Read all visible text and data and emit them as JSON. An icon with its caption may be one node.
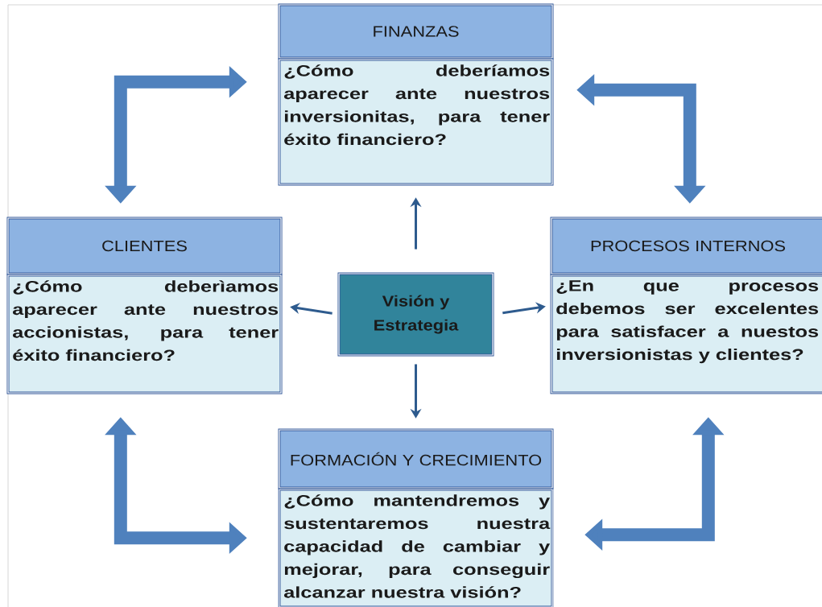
{
  "diagram": {
    "nodes": [
      {
        "text": [
          "FINANZAS",
          "¿Cómo deberíamos aparecer ante nuestros inversionitas, para tener éxito financiero?"
        ]
      },
      {
        "text": [
          "CLIENTES",
          "¿Cómo deberìamos aparecer ante nuestros accionistas, para tener éxito financiero?"
        ]
      },
      {
        "text": [
          "Visión y Estrategia"
        ]
      },
      {
        "text": [
          "PROCESOS INTERNOS",
          "¿En que procesos debemos ser excelentes para satisfacer a nuestos inversionistas y clientes?"
        ]
      },
      {
        "text": [
          "FORMACIÓN Y CRECIMIENTO",
          "¿Cómo mantendremos y sustentaremos nuestra capacidad de cambiar y mejorar, para conseguir alcanzar nuestra visión?"
        ]
      }
    ],
    "edges": [
      {
        "from": 2,
        "to": 0,
        "arrow": "to"
      },
      {
        "from": 2,
        "to": 1,
        "arrow": "to"
      },
      {
        "from": 2,
        "to": 3,
        "arrow": "to"
      },
      {
        "from": 2,
        "to": 4,
        "arrow": "to"
      },
      {
        "from": 1,
        "to": 0,
        "arrow": "both",
        "style": "thick",
        "color": "#4f81bd"
      },
      {
        "from": 0,
        "to": 3,
        "arrow": "both",
        "style": "thick",
        "color": "#4f81bd"
      },
      {
        "from": 1,
        "to": 4,
        "arrow": "both",
        "style": "thick",
        "color": "#4f81bd"
      },
      {
        "from": 4,
        "to": 3,
        "arrow": "both",
        "style": "thick",
        "color": "#4f81bd"
      }
    ]
  }
}
